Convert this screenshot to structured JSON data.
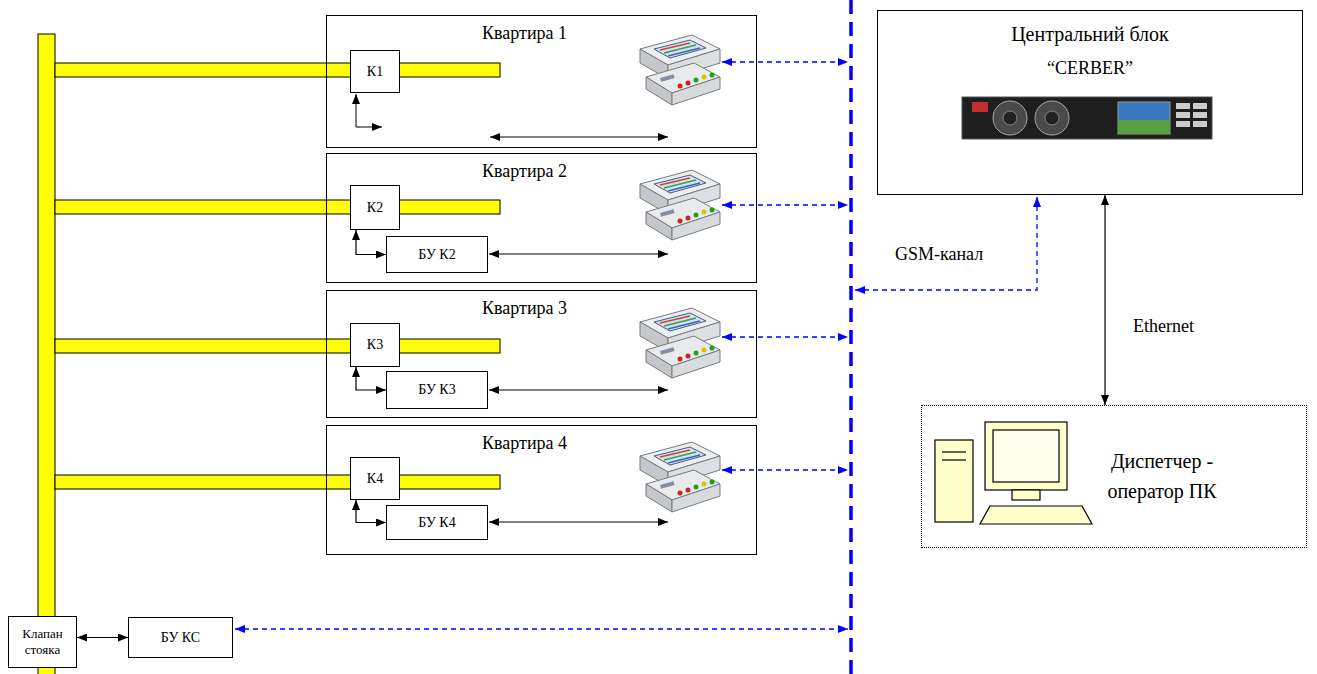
{
  "diagram": {
    "nodes": [
      {
        "text": [
          "Квартира 1"
        ]
      },
      {
        "text": [
          "К1"
        ],
        "in": 0
      },
      {
        "text": [
          "Центральний блок",
          "“CERBER”"
        ]
      },
      {
        "text": [
          "Квартира 2"
        ]
      },
      {
        "text": [
          "К2"
        ],
        "in": 3
      },
      {
        "text": [
          "БУ К2"
        ],
        "in": 3
      },
      {
        "text": [
          "Квартира 3"
        ]
      },
      {
        "text": [
          "К3"
        ],
        "in": 6
      },
      {
        "text": [
          "БУ К3"
        ],
        "in": 6
      },
      {
        "text": [
          "Квартира 4"
        ]
      },
      {
        "text": [
          "К4"
        ],
        "in": 9
      },
      {
        "text": [
          "БУ К4"
        ],
        "in": 9
      },
      {
        "text": [
          "Диспетчер - оператор ПК"
        ]
      },
      {
        "text": [
          "Клапан стояка"
        ]
      },
      {
        "text": [
          "БУ КС"
        ]
      }
    ],
    "edges": [
      {
        "from": 4,
        "to": 5,
        "arrow": "both"
      },
      {
        "from": 7,
        "to": 8,
        "arrow": "both"
      },
      {
        "from": 10,
        "to": 11,
        "arrow": "both"
      },
      {
        "from": 2,
        "to": 12,
        "arrow": "both",
        "label": "Ethernet"
      },
      {
        "from": 13,
        "to": 14,
        "arrow": "both"
      }
    ],
    "labels": [
      "GSM-канал"
    ]
  }
}
